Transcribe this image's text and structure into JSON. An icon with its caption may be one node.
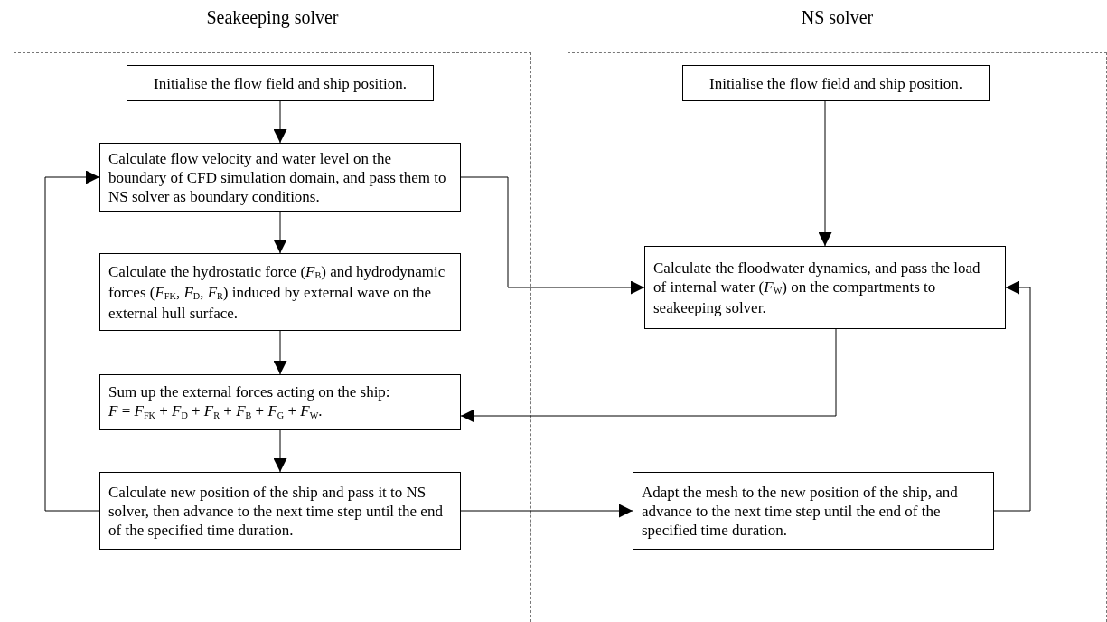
{
  "diagram": {
    "nodes": [
      {
        "text": [
          "Seakeeping solver"
        ]
      },
      {
        "text": [
          "NS solver"
        ]
      },
      {
        "text": [
          "Initialise the flow field and ship position."
        ],
        "in": 0
      },
      {
        "text": [
          "Calculate flow velocity and water level on the boundary of CFD simulation domain, and pass them to NS solver as boundary conditions."
        ],
        "in": 0
      },
      {
        "text": [
          "Calculate the hydrostatic force (*F*$_{B}$) and hydrodynamic forces (*F*$_{FK}$, *F*$_{D}$, *F*$_{R}$) induced by external wave on the external hull surface."
        ],
        "in": 0
      },
      {
        "text": [
          "Sum up the external forces acting on the ship:",
          "*F* = *F*$_{FK}$ + *F*$_{D}$ + *F*$_{R}$ + *F*$_{B}$ + *F*$_{G}$ + *F*$_{W}$."
        ],
        "in": 0
      },
      {
        "text": [
          "Calculate new position of the ship and pass it to NS solver, then advance to the next time step until the end of the specified time duration."
        ],
        "in": 0
      },
      {
        "text": [
          "Initialise the flow field and ship position."
        ],
        "in": 1
      },
      {
        "text": [
          "Calculate the floodwater dynamics, and pass the load of internal water (*F*$_{W}$) on the compartments to seakeeping solver."
        ],
        "in": 1
      },
      {
        "text": [
          "Adapt the mesh to the new position of the ship, and advance to the next time step until the end of the specified time duration."
        ],
        "in": 1
      }
    ],
    "edges": [
      {
        "from": 2,
        "to": 3,
        "arrow": "to"
      },
      {
        "from": 3,
        "to": 4,
        "arrow": "to"
      },
      {
        "from": 4,
        "to": 5,
        "arrow": "to"
      },
      {
        "from": 5,
        "to": 6,
        "arrow": "to"
      },
      {
        "from": 6,
        "to": 3,
        "arrow": "to"
      },
      {
        "from": 3,
        "to": 8,
        "arrow": "to"
      },
      {
        "from": 7,
        "to": 8,
        "arrow": "to"
      },
      {
        "from": 8,
        "to": 5,
        "arrow": "to"
      },
      {
        "from": 6,
        "to": 9,
        "arrow": "to"
      },
      {
        "from": 9,
        "to": 8,
        "arrow": "to"
      }
    ]
  }
}
